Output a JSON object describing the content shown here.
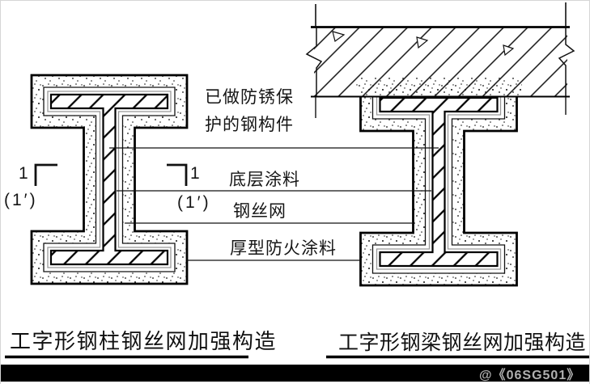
{
  "diagram": {
    "labels": {
      "protected_steel_lines": [
        "已做防锈保",
        "护的钢构件"
      ],
      "base_coat": "底层涂料",
      "wire_mesh": "钢丝网",
      "thick_fireproof": "厚型防火涂料"
    },
    "section_marks": {
      "number": "1",
      "alt_number": "(1′)"
    },
    "captions": {
      "left": "工字形钢柱钢丝网加强构造",
      "right": "工字形钢梁钢丝网加强构造"
    }
  },
  "watermark": "@《06SG501》",
  "colors": {
    "line": "#111111",
    "base_coat_layer": "#999999",
    "watermark_text": "#b0b0b0",
    "bottom_bar": "#000000",
    "background": "#ffffff"
  }
}
